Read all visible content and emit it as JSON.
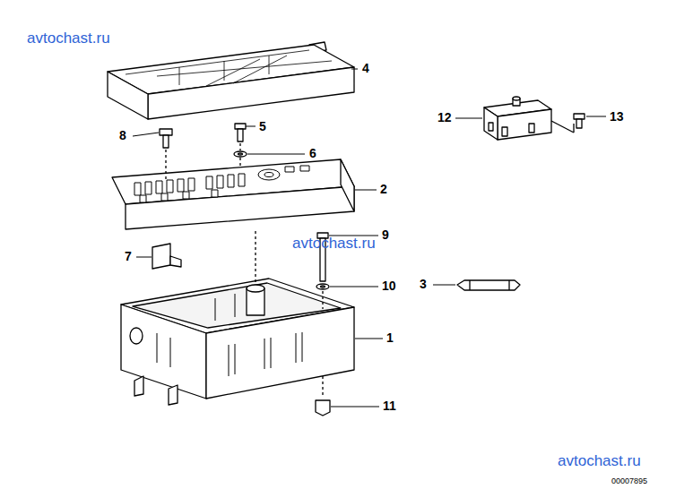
{
  "diagram": {
    "labels": [
      "avtochast.ru",
      "4",
      "12",
      "13",
      "8",
      "5",
      "6",
      "2",
      "avtochast.ru",
      "9",
      "7",
      "10",
      "3",
      "1",
      "11",
      "avtochast.ru",
      "00007895"
    ]
  }
}
